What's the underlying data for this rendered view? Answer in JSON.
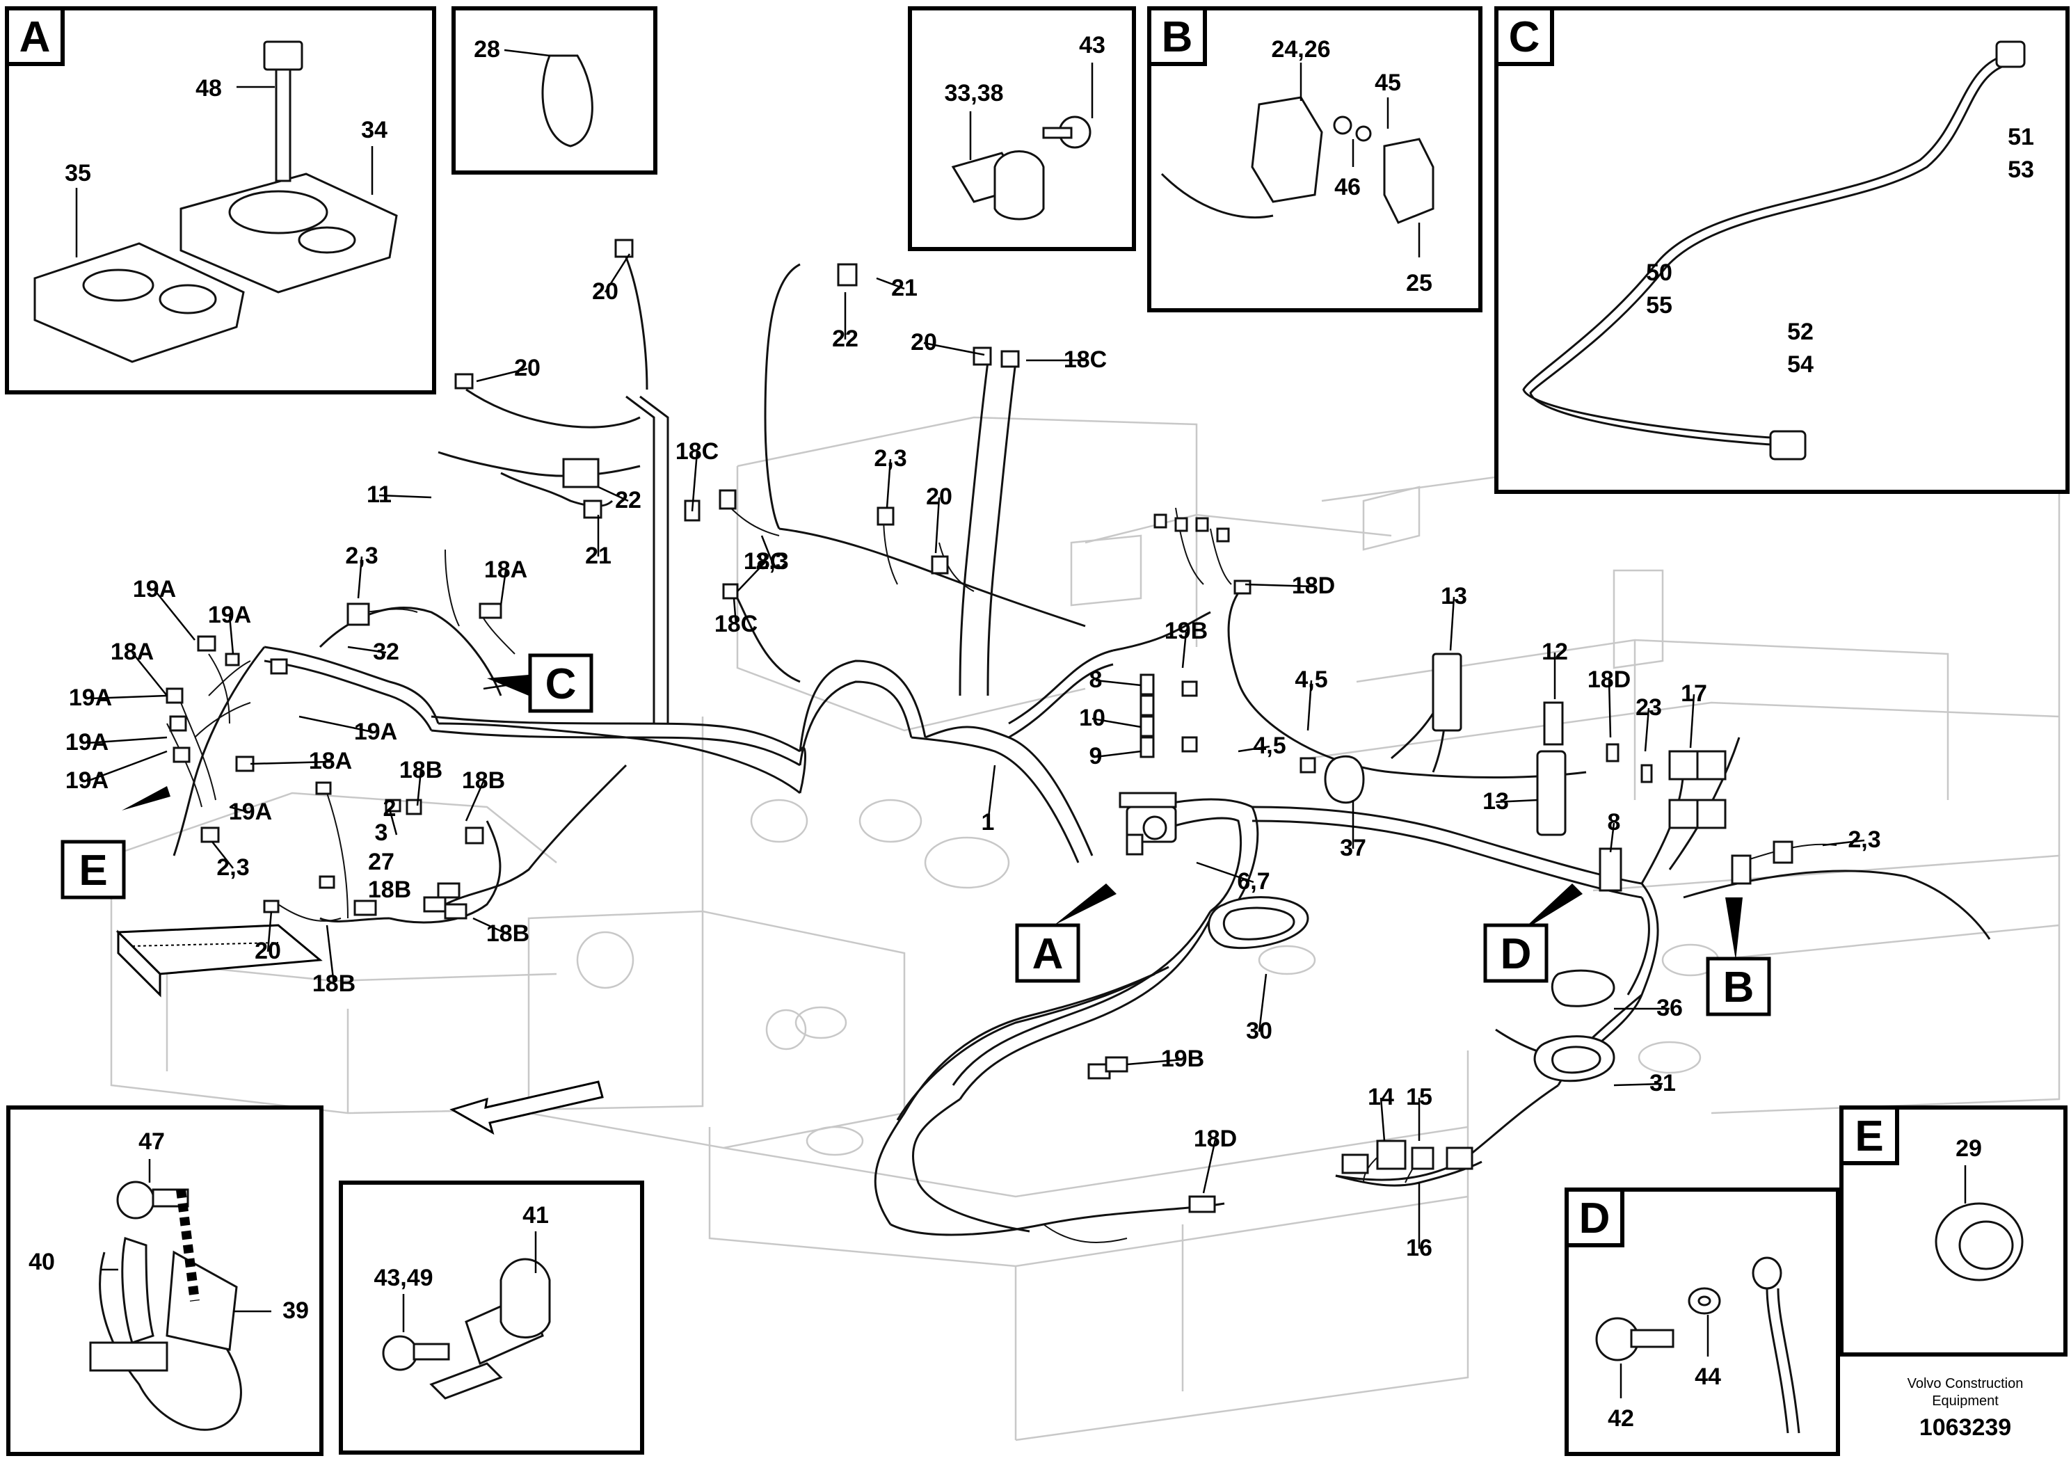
{
  "inset_letters": {
    "A": "A",
    "B": "B",
    "C": "C",
    "D": "D",
    "E": "E"
  },
  "callout_letters": {
    "A": "A",
    "B": "B",
    "C": "C",
    "D": "D",
    "E": "E"
  },
  "inset_A_labels": {
    "bolt": "48",
    "plate_front": "35",
    "plate_back": "34"
  },
  "inset_28_labels": {
    "strap": "28"
  },
  "inset_clip_labels": {
    "clamp": "33,38",
    "bolt": "43"
  },
  "inset_B_labels": {
    "connector": "24,26",
    "washer": "45",
    "bolt": "46",
    "bracket": "25"
  },
  "inset_C_labels": {
    "top1": "51",
    "top2": "53",
    "mid1": "50",
    "mid2": "55",
    "end1": "52",
    "end2": "54"
  },
  "inset_tie_labels": {
    "bolt": "47",
    "tie": "40",
    "clamp": "39"
  },
  "inset_clamp2_labels": {
    "bolt": "43,49",
    "clamp": "41"
  },
  "inset_D_labels": {
    "bolt": "42",
    "washer": "44"
  },
  "inset_E_labels": {
    "grommet": "29"
  },
  "main_labels": [
    "20",
    "21",
    "22",
    "20",
    "18C",
    "20",
    "11",
    "22",
    "21",
    "18C",
    "2,3",
    "20",
    "18C",
    "2,3",
    "18C",
    "19A",
    "19A",
    "18A",
    "2,3",
    "18A",
    "19A",
    "32",
    "19A",
    "19A",
    "19A",
    "18A",
    "19A",
    "2,3",
    "18B",
    "18B",
    "2",
    "3",
    "27",
    "18B",
    "20",
    "18B",
    "18B",
    "19B",
    "8",
    "10",
    "9",
    "4,5",
    "1",
    "6,7",
    "18D",
    "13",
    "4,5",
    "37",
    "12",
    "18D",
    "23",
    "17",
    "13",
    "8",
    "2,3",
    "30",
    "36",
    "31",
    "19B",
    "18D",
    "14",
    "15",
    "16"
  ],
  "footer": {
    "company_line1": "Volvo Construction",
    "company_line2": "Equipment",
    "drawing_number": "1063239"
  }
}
